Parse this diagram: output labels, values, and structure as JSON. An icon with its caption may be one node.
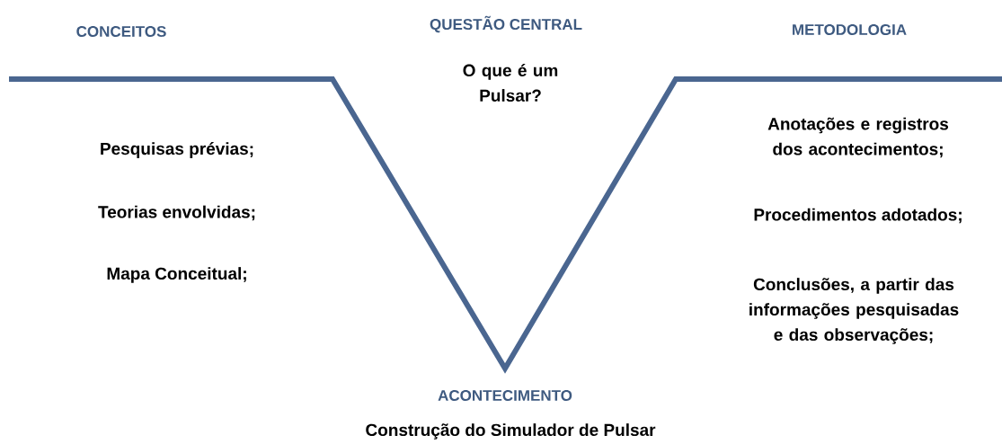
{
  "diagram": {
    "labels": [
      "CONCEITOS",
      "QUESTÃO CENTRAL",
      "METODOLOGIA",
      "O que é um Pulsar?",
      "Anotações e registros dos acontecimentos;",
      "Pesquisas prévias;",
      "Teorias envolvidas;",
      "Procedimentos adotados;",
      "Mapa Conceitual;",
      "Conclusões, a partir das informações pesquisadas e das observações;",
      "ACONTECIMENTO",
      "Construção do Simulador de Pulsar"
    ]
  }
}
